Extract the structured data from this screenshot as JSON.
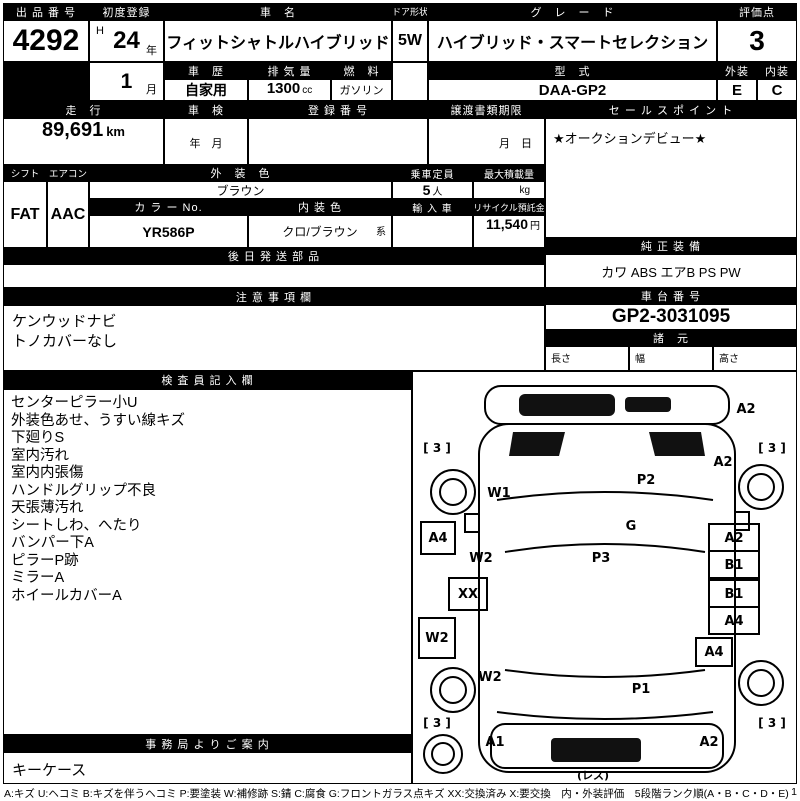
{
  "top": {
    "lot": {
      "label": "出 品 番 号",
      "value": "4292"
    },
    "first_registration": {
      "label": "初度登録",
      "era": "H",
      "year": "24",
      "year_unit": "年",
      "month": "1",
      "month_unit": "月"
    },
    "car_name": {
      "label": "車　名",
      "value": "フィットシャトルハイブリッド"
    },
    "door_shape": {
      "label": "ドア形状",
      "value": "5W"
    },
    "grade": {
      "label": "グ　レ　ー　ド",
      "value": "ハイブリッド・スマートセレクション"
    },
    "score": {
      "label": "評価点",
      "value": "3"
    },
    "history": {
      "label": "車　歴",
      "value": "自家用"
    },
    "displacement": {
      "label": "排 気 量",
      "value": "1300",
      "unit": "cc"
    },
    "fuel": {
      "label": "燃　料",
      "value": "ガソリン"
    },
    "model_code": {
      "label": "型　式",
      "value": "DAA-GP2"
    },
    "exterior": {
      "label": "外装",
      "value": "E"
    },
    "interior": {
      "label": "内装",
      "value": "C"
    }
  },
  "middle": {
    "mileage": {
      "label": "走　行",
      "value": "89,691",
      "unit": "km"
    },
    "inspection": {
      "label": "車　検",
      "value": "年　月"
    },
    "registration_no": {
      "label": "登 録 番 号",
      "value": ""
    },
    "transfer_deadline": {
      "label": "譲渡書類期限",
      "value": "月　日"
    },
    "sales_point": {
      "label": "セ ー ル ス ポ イ ン ト",
      "value": "★オークションデビュー★"
    },
    "shift": {
      "label": "シフト",
      "value": "FAT"
    },
    "aircon": {
      "label": "エアコン",
      "value": "AAC"
    },
    "exterior_color": {
      "label": "外　装　色",
      "value": "ブラウン"
    },
    "capacity": {
      "label": "乗車定員",
      "value": "5",
      "unit": "人"
    },
    "max_load": {
      "label": "最大積載量",
      "value": "",
      "unit": "kg"
    },
    "color_no": {
      "label": "カ ラ ー No.",
      "value": "YR586P"
    },
    "interior_color": {
      "label": "内 装 色",
      "value": "クロ/ブラウン",
      "suffix": "系"
    },
    "import_car": {
      "label": "輸 入 車",
      "value": ""
    },
    "recycle_deposit": {
      "label": "リサイクル預託金",
      "value": "11,540",
      "unit": "円"
    },
    "oem_equipment": {
      "label": "純 正 装 備",
      "value": "カワ ABS エアB PS PW"
    },
    "later_shipping_parts": {
      "label": "後 日 発 送 部 品",
      "value": ""
    },
    "notes": {
      "label": "注 意 事 項 欄",
      "lines": [
        "ケンウッドナビ",
        "トノカバーなし"
      ]
    },
    "chassis_no": {
      "label": "車 台 番 号",
      "value": "GP2-3031095"
    },
    "spec": {
      "label": "諸　元",
      "length_label": "長さ",
      "width_label": "幅",
      "height_label": "高さ"
    }
  },
  "inspector": {
    "label": "検 査 員 記 入 欄",
    "lines": [
      "センターピラー小U",
      "外装色あせ、うすい線キズ",
      "下廻りS",
      "室内汚れ",
      "室内内張傷",
      "ハンドルグリップ不良",
      "天張薄汚れ",
      "シートしわ、へたり",
      "バンパー下A",
      "ピラーP跡",
      "ミラーA",
      "ホイールカバーA"
    ]
  },
  "office": {
    "label": "事 務 局 よ り ご 案 内",
    "value": "キーケース"
  },
  "diagram": {
    "labels": {
      "front_a2": "A2",
      "tread_front_left": "[ 3 ]",
      "tread_front_right": "[ 3 ]",
      "tread_rear_left": "[ 3 ]",
      "tread_rear_right": "[ 3 ]",
      "left_front_fender": "W1",
      "hood": "P2",
      "right_front_fender": "A2",
      "left_door_box": "A4",
      "left_front_door": "W2",
      "windshield": "G",
      "roof": "P3",
      "right_front_door_upper": "A2",
      "right_front_door_lower": "B1",
      "left_rear_door": "XX",
      "left_quarter_box": "W2",
      "right_rear_door_upper": "B1",
      "right_rear_door_lower": "A4",
      "left_rear_fender": "W2",
      "trunk": "P1",
      "right_rear_fender": "A4",
      "rear_bumper_left": "A1",
      "rear_bumper_right": "A2",
      "spare": "(レス)"
    }
  },
  "legend": {
    "text": "A:キズ U:ヘコミ B:キズを伴うヘコミ P:要塗装 W:補修跡 S:錆 C:腐食 G:フロントガラス点キズ XX:交換済み X:要交換　内・外装評価　5段階ランク順(A・B・C・D・E)",
    "page": "1"
  }
}
